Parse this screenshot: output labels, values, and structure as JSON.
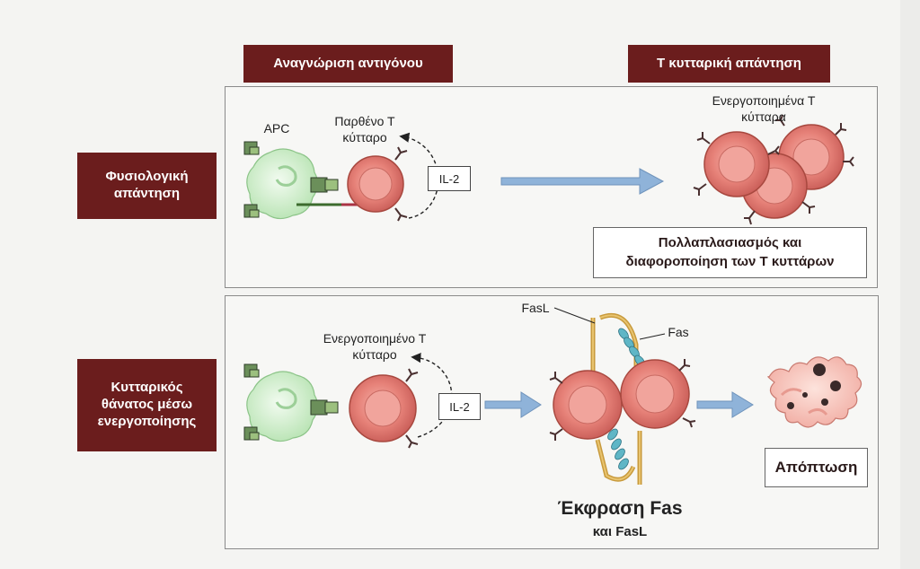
{
  "headers": {
    "antigen_recognition": "Αναγνώριση αντιγόνου",
    "t_cell_response": "Τ κυτταρική απάντηση"
  },
  "rows": {
    "physiological": "Φυσιολογική απάντηση",
    "activation_death": "Κυτταρικός θάνατος μέσω ενεργοποίησης"
  },
  "labels": {
    "apc": "APC",
    "naive_t_cell": "Παρθένο Τ κύτταρο",
    "activated_t_cells": "Ενεργοποιημένα Τ κύτταρα",
    "activated_t_cell": "Ενεργοποιημένο Τ κύτταρο",
    "il2_top": "IL-2",
    "il2_bottom": "IL-2",
    "fasl": "FasL",
    "fas": "Fas",
    "fas_expression": "Έκφραση Fas",
    "and_fasl": "και FasL"
  },
  "captions": {
    "proliferation": "Πολλαπλασιασμός και διαφοροποίηση των Τ κυττάρων",
    "apoptosis": "Απόπτωση"
  },
  "colors": {
    "header_bg": "#6b1d1d",
    "t_cell": "#e8867e",
    "apc": "#c9ecc6",
    "arrow": "#8fb3d9"
  }
}
